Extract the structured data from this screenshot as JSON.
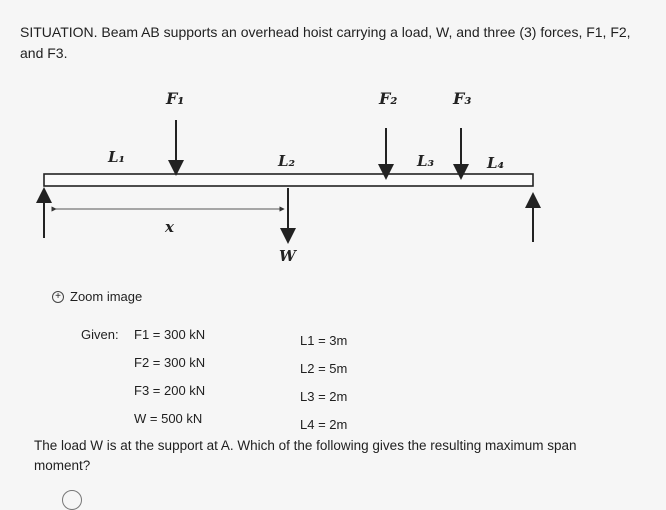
{
  "problem": {
    "text": "SITUATION. Beam AB supports an overhead hoist carrying a load, W, and three (3) forces, F1, F2, and F3."
  },
  "diagram": {
    "labels": {
      "F1": "F₁",
      "F2": "F₂",
      "F3": "F₃",
      "L1": "L₁",
      "L2": "L₂",
      "L3": "L₃",
      "L4": "L₄",
      "x": "x",
      "W": "W"
    }
  },
  "zoom": {
    "label": "Zoom image",
    "icon": "zoom-in-icon"
  },
  "given": {
    "label": "Given:",
    "forces": [
      "F1 = 300 kN",
      "F2 = 300 kN",
      "F3 = 200 kN",
      "W = 500 kN"
    ],
    "lengths": [
      "L1 = 3m",
      "L2 = 5m",
      "L3 = 2m",
      "L4 = 2m"
    ]
  },
  "question": {
    "text": "The load W is at the support at A. Which of the following gives the resulting maximum span moment?"
  }
}
